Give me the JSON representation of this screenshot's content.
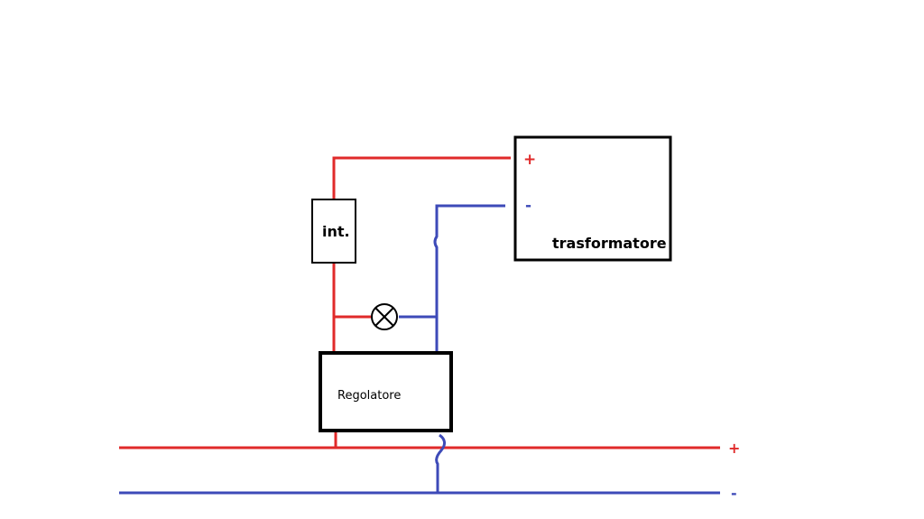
{
  "transformer": {
    "label": "trasformatore",
    "plus": "+",
    "minus": "-"
  },
  "switch": {
    "label": "int."
  },
  "regulator": {
    "label": "Regolatore"
  },
  "bus": {
    "plus": "+",
    "minus": "-"
  },
  "colors": {
    "positive": "#e02a2a",
    "negative": "#3d4ab8",
    "outline": "#000000",
    "background": "#ffffff"
  }
}
